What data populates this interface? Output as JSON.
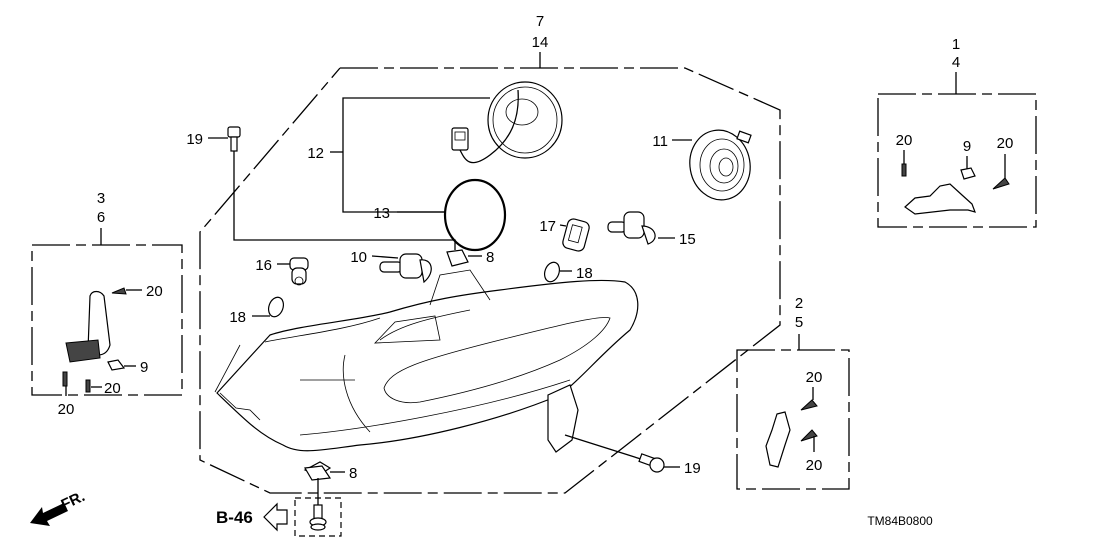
{
  "diagram": {
    "code": "TM84B0800",
    "reference": "B-46",
    "direction": "FR.",
    "callouts": {
      "main_assembly": [
        "7",
        "14"
      ],
      "left_kit": [
        "3",
        "6"
      ],
      "right_upper_kit": [
        "1",
        "4"
      ],
      "right_lower_kit": [
        "2",
        "5"
      ],
      "bolt_top": "19",
      "bolt_bottom": "19",
      "harness": "12",
      "gasket": "13",
      "cap": "11",
      "bulb_16": "16",
      "bulb_10": "10",
      "clip_top": "8",
      "clip_bottom": "8",
      "bulb_17": "17",
      "bulb_15": "15",
      "bulb_18_left": "18",
      "bulb_18_right": "18",
      "left_screw_a": "20",
      "left_clip_9": "9",
      "left_screw_b": "20",
      "left_screw_c": "20",
      "ru_screw_a": "20",
      "ru_clip_9": "9",
      "ru_screw_b": "20",
      "rl_screw_a": "20",
      "rl_screw_b": "20"
    }
  }
}
